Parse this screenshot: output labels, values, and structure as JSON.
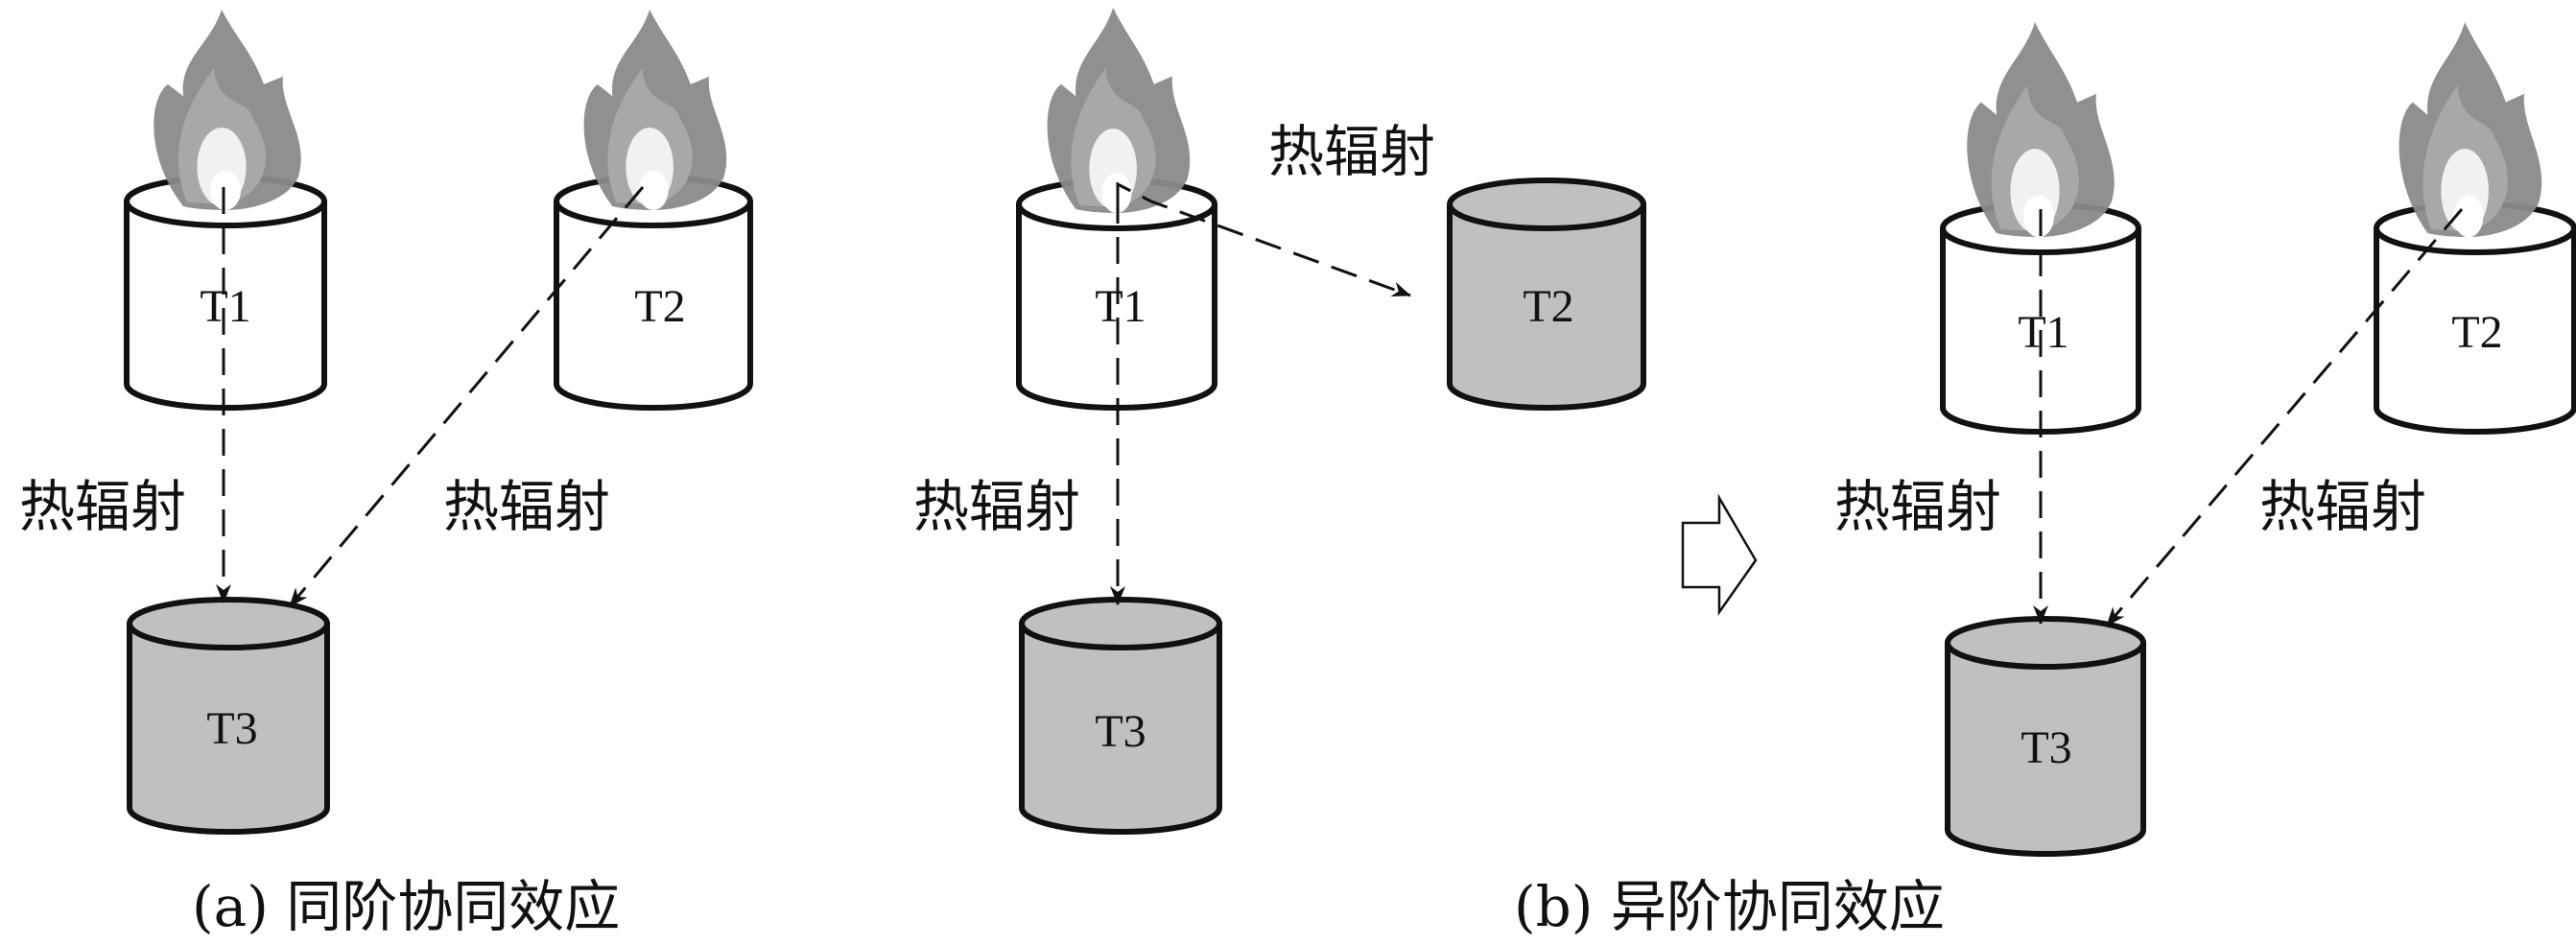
{
  "colors": {
    "stroke": "#111111",
    "hot_fill": "#ffffff",
    "target_fill": "#c0c0c0",
    "flame_outer": "#8a8a8a",
    "flame_mid": "#a8a8a8",
    "flame_core": "#f4f4f4"
  },
  "radiation_label": "热辐射",
  "panels": [
    {
      "id": "a",
      "caption": "(a) 同阶协同效应",
      "tanks": [
        {
          "label": "T1",
          "state": "burning"
        },
        {
          "label": "T2",
          "state": "burning"
        },
        {
          "label": "T3",
          "state": "target"
        }
      ],
      "arrows": [
        {
          "from": "T1",
          "to": "T3",
          "label": "热辐射"
        },
        {
          "from": "T2",
          "to": "T3",
          "label": "热辐射"
        }
      ]
    },
    {
      "id": "b",
      "caption": "(b) 异阶协同效应",
      "stage1": {
        "tanks": [
          {
            "label": "T1",
            "state": "burning"
          },
          {
            "label": "T2",
            "state": "target"
          },
          {
            "label": "T3",
            "state": "target"
          }
        ],
        "arrows": [
          {
            "from": "T1",
            "to": "T2",
            "label": "热辐射"
          },
          {
            "from": "T1",
            "to": "T3",
            "label": "热辐射"
          }
        ]
      },
      "transition_icon": "hollow-right-arrow",
      "stage2": {
        "tanks": [
          {
            "label": "T1",
            "state": "burning"
          },
          {
            "label": "T2",
            "state": "burning"
          },
          {
            "label": "T3",
            "state": "target"
          }
        ],
        "arrows": [
          {
            "from": "T1",
            "to": "T3",
            "label": "热辐射"
          },
          {
            "from": "T2",
            "to": "T3",
            "label": "热辐射"
          }
        ]
      }
    }
  ]
}
